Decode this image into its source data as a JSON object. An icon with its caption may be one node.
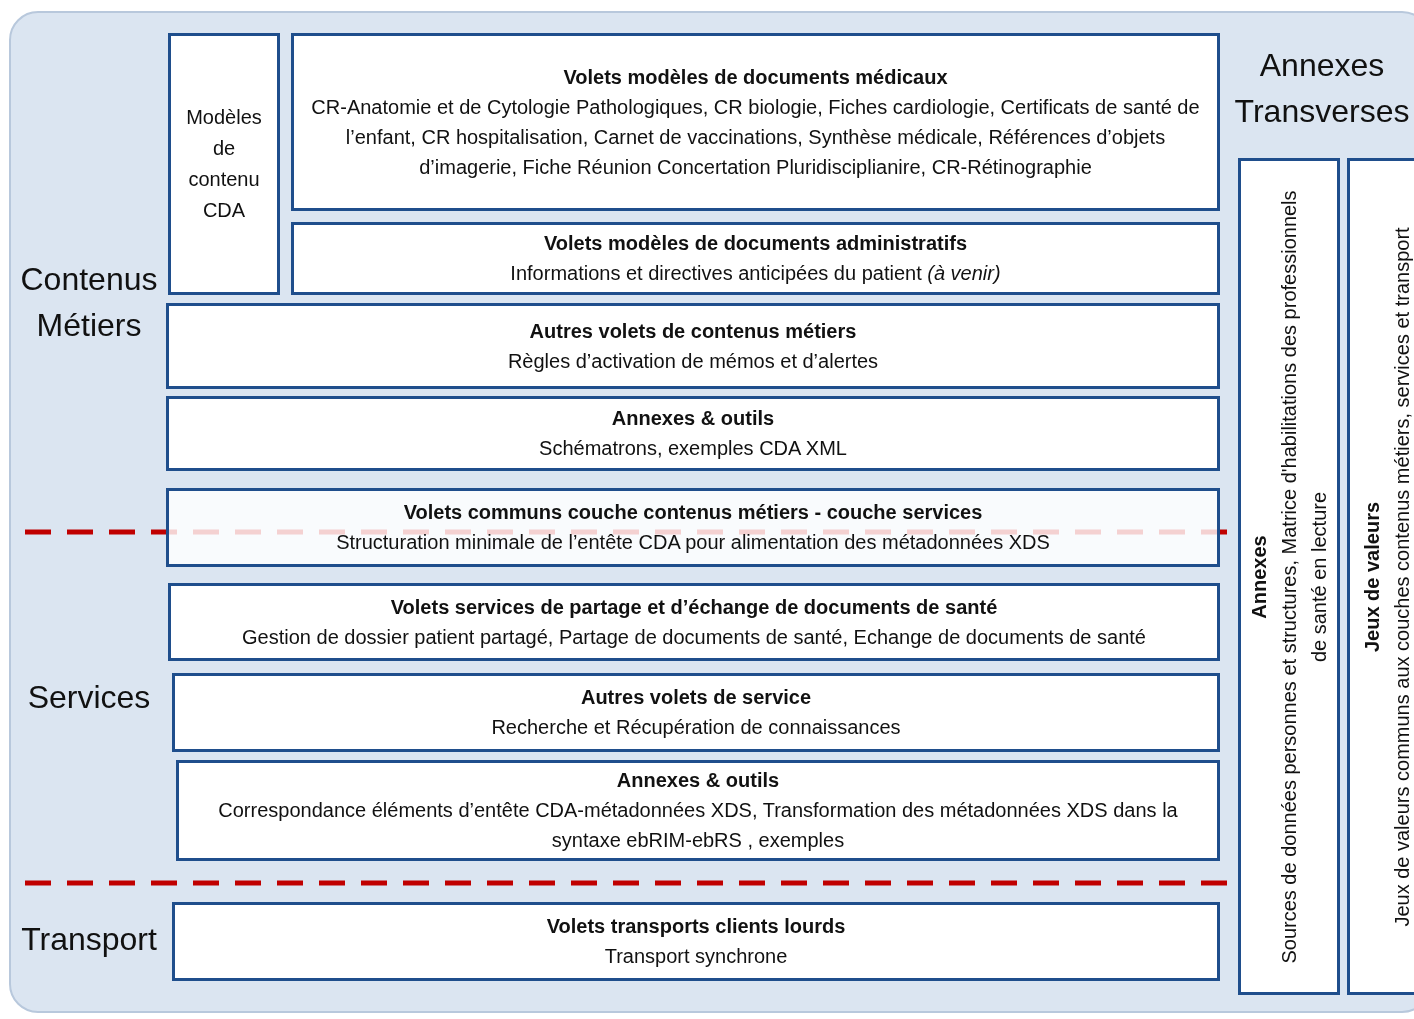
{
  "diagram": {
    "nodes": [
      {
        "text": [
          "Modèles de contenu CDA"
        ]
      },
      {
        "text": [
          "Volets modèles de documents médicaux",
          "CR-Anatomie et de Cytologie Pathologiques, CR biologie, Fiches cardiologie, Certificats de santé de l’enfant, CR hospitalisation, Carnet de vaccinations, Synthèse médicale, Références d’objets d’imagerie, Fiche Réunion Concertation Pluridisciplianire, CR-Rétinographie"
        ]
      },
      {
        "text": [
          "Volets modèles de documents administratifs",
          "Informations et directives anticipées du patient *(à venir)*"
        ]
      },
      {
        "text": [
          "Autres volets de contenus métiers",
          "Règles d’activation de mémos et d’alertes"
        ]
      },
      {
        "text": [
          "Annexes & outils",
          "Schématrons, exemples CDA XML"
        ]
      },
      {
        "text": [
          "Volets communs couche contenus métiers - couche services",
          "Structuration minimale de l’entête CDA  pour alimentation des métadonnées XDS"
        ]
      },
      {
        "text": [
          "Volets services de partage et d’échange de documents de santé",
          "Gestion de dossier patient partagé, Partage de documents de santé, Echange de documents de santé"
        ]
      },
      {
        "text": [
          "Autres volets de service",
          "Recherche et Récupération de connaissances"
        ]
      },
      {
        "text": [
          "Annexes & outils",
          "Correspondance éléments d’entête CDA-métadonnées XDS, Transformation des métadonnées XDS dans la syntaxe ebRIM-ebRS , exemples"
        ]
      },
      {
        "text": [
          "Volets transports clients lourds",
          "Transport synchrone"
        ]
      },
      {
        "text": [
          "Annexes",
          "Sources de données personnes et structures, Matrice d'habilitations des professionnels de santé en lecture"
        ]
      },
      {
        "text": [
          "Jeux de valeurs",
          "Jeux de valeurs communs aux couches contenus métiers, services et transport"
        ]
      }
    ],
    "edges": [],
    "labels": [
      "Annexes Transverses",
      "Contenus Métiers",
      "Services",
      "Transport"
    ]
  }
}
